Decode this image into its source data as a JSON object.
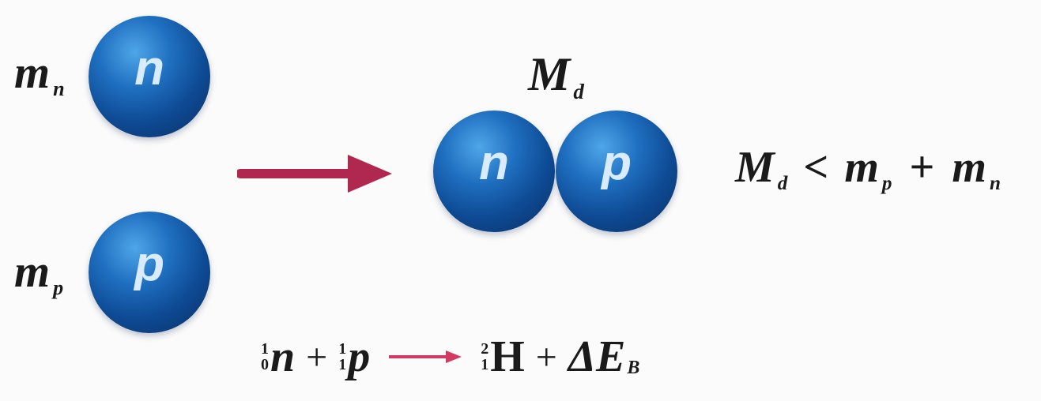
{
  "particles": {
    "neutron_label": "n",
    "proton_label": "p"
  },
  "labels": {
    "m_n": {
      "base": "m",
      "sub": "n"
    },
    "m_p": {
      "base": "m",
      "sub": "p"
    },
    "M_d": {
      "base": "M",
      "sub": "d"
    },
    "relation": {
      "M": "M",
      "Msub": "d",
      "lt": "<",
      "m1": "m",
      "m1sub": "p",
      "plus": "+",
      "m2": "m",
      "m2sub": "n"
    }
  },
  "reaction": {
    "n": {
      "symbol": "n",
      "A": "1",
      "Z": "0"
    },
    "plus1": "+",
    "p": {
      "symbol": "p",
      "A": "1",
      "Z": "1"
    },
    "H": {
      "symbol": "H",
      "A": "2",
      "Z": "1"
    },
    "plus2": "+",
    "energy": "ΔE",
    "energy_sub": "B"
  },
  "colors": {
    "arrow_main": "#b0284f",
    "arrow_small": "#d23a62",
    "ball_core": "#0e4a94"
  }
}
